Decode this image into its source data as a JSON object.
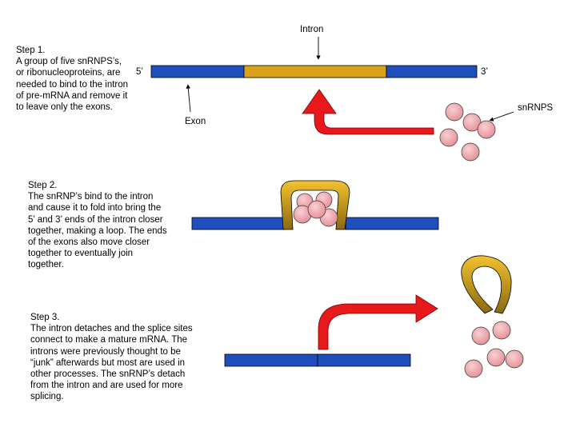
{
  "steps": [
    {
      "title": "Step 1.",
      "body": "A group of five snRNPS’s,\nor ribonucleoproteins, are\nneeded to bind to the intron\nof pre-mRNA and remove it\nto leave only the exons."
    },
    {
      "title": "Step 2.",
      "body": "The snRNP’s bind to the intron\nand cause it to fold into bring the\n5’ and 3’ ends of the intron closer\ntogether, making a loop. The ends\nof the exons also move closer\ntogether to eventually join\ntogether."
    },
    {
      "title": "Step 3.",
      "body": "The intron detaches and the splice sites\nconnect to make a mature mRNA. The\nintrons were previously thought to be\n“junk” afterwards but most are used in\nother processes. The snRNP’s detach\nfrom the intron and are used for more\nsplicing."
    }
  ],
  "labels": {
    "intron": "Intron",
    "exon": "Exon",
    "five_prime": "5’",
    "three_prime": "3’",
    "snrnps": "snRNPS"
  },
  "colors": {
    "exon": "#1f4fbf",
    "intron": "#d9a21a",
    "snrnp": "#f0a9ae",
    "arrow": "#e8191b",
    "outline": "#000000"
  }
}
